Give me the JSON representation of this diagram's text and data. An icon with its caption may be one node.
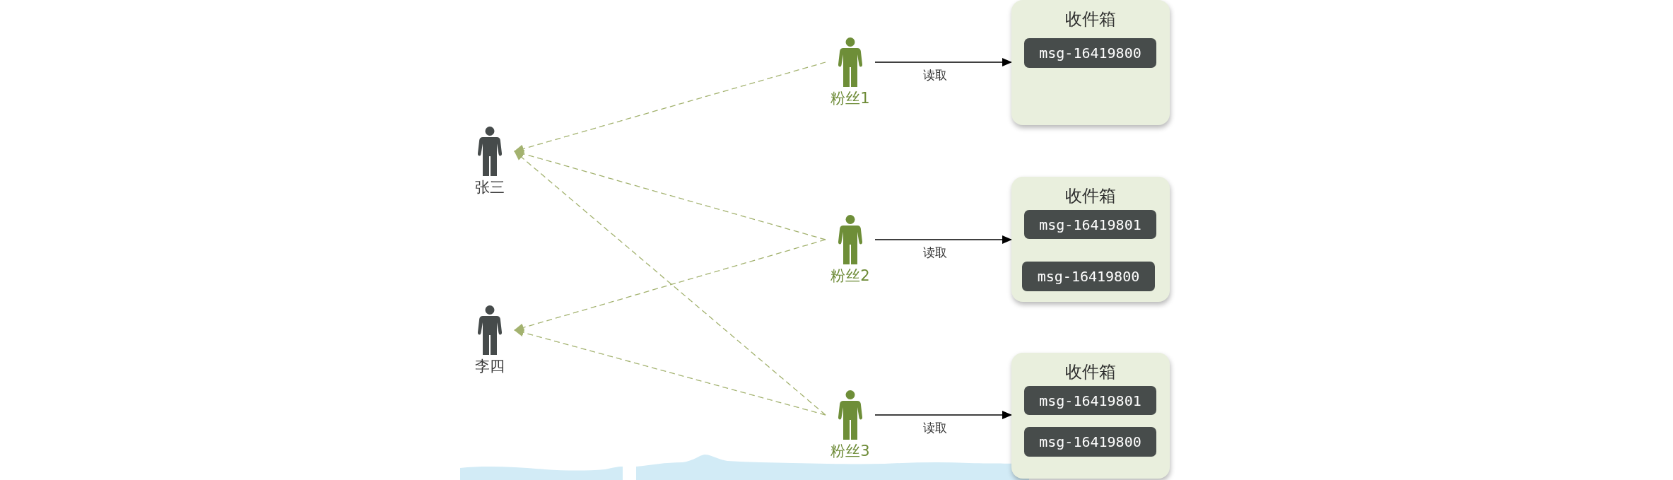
{
  "diagram": {
    "nodes": [
      {
        "text": [
          "张三"
        ]
      },
      {
        "text": [
          "李四"
        ]
      },
      {
        "text": [
          "粉丝1"
        ]
      },
      {
        "text": [
          "粉丝2"
        ]
      },
      {
        "text": [
          "粉丝3"
        ]
      },
      {
        "text": [
          "收件箱"
        ]
      },
      {
        "text": [
          "msg-16419800"
        ],
        "in": 5
      },
      {
        "text": [
          "收件箱"
        ]
      },
      {
        "text": [
          "msg-16419801"
        ],
        "in": 7
      },
      {
        "text": [
          "msg-16419800"
        ],
        "in": 7
      },
      {
        "text": [
          "收件箱"
        ]
      },
      {
        "text": [
          "msg-16419801"
        ],
        "in": 10
      },
      {
        "text": [
          "msg-16419800"
        ],
        "in": 10
      }
    ],
    "edges": [
      {
        "from": 2,
        "to": 0,
        "arrow": "to",
        "style": "dashed"
      },
      {
        "from": 3,
        "to": 0,
        "arrow": "to",
        "style": "dashed"
      },
      {
        "from": 4,
        "to": 0,
        "arrow": "to",
        "style": "dashed"
      },
      {
        "from": 3,
        "to": 1,
        "arrow": "to",
        "style": "dashed"
      },
      {
        "from": 4,
        "to": 1,
        "arrow": "to",
        "style": "dashed"
      },
      {
        "from": 2,
        "to": 5,
        "arrow": "to",
        "label": "读取",
        "color": "#000000"
      },
      {
        "from": 3,
        "to": 7,
        "arrow": "to",
        "label": "读取",
        "color": "#000000"
      },
      {
        "from": 4,
        "to": 10,
        "arrow": "to",
        "label": "读取",
        "color": "#000000"
      }
    ]
  }
}
